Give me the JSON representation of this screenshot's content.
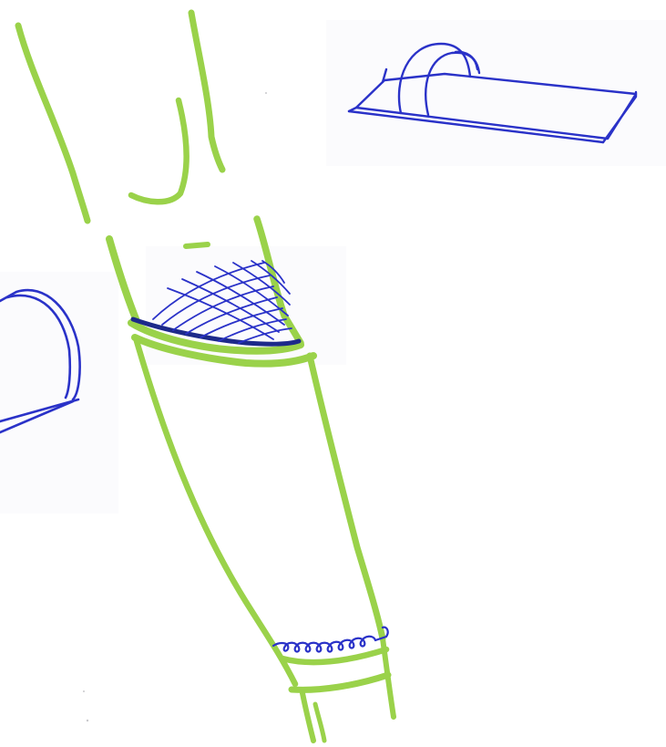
{
  "canvas": {
    "background": "#ffffff"
  },
  "colors": {
    "green_marker": "#9ad24a",
    "blue_marker": "#2a32c8",
    "dark_blue_marker": "#1d2a8a"
  },
  "sketches": [
    {
      "name": "leg-with-support-sleeve",
      "marker": "green",
      "description_icon": "leg-sketch-icon"
    },
    {
      "name": "splint-board-with-strap",
      "marker": "blue",
      "description_icon": "splint-sketch-icon"
    },
    {
      "name": "partial-curved-pad",
      "marker": "blue",
      "description_icon": "curved-pad-sketch-icon"
    }
  ]
}
